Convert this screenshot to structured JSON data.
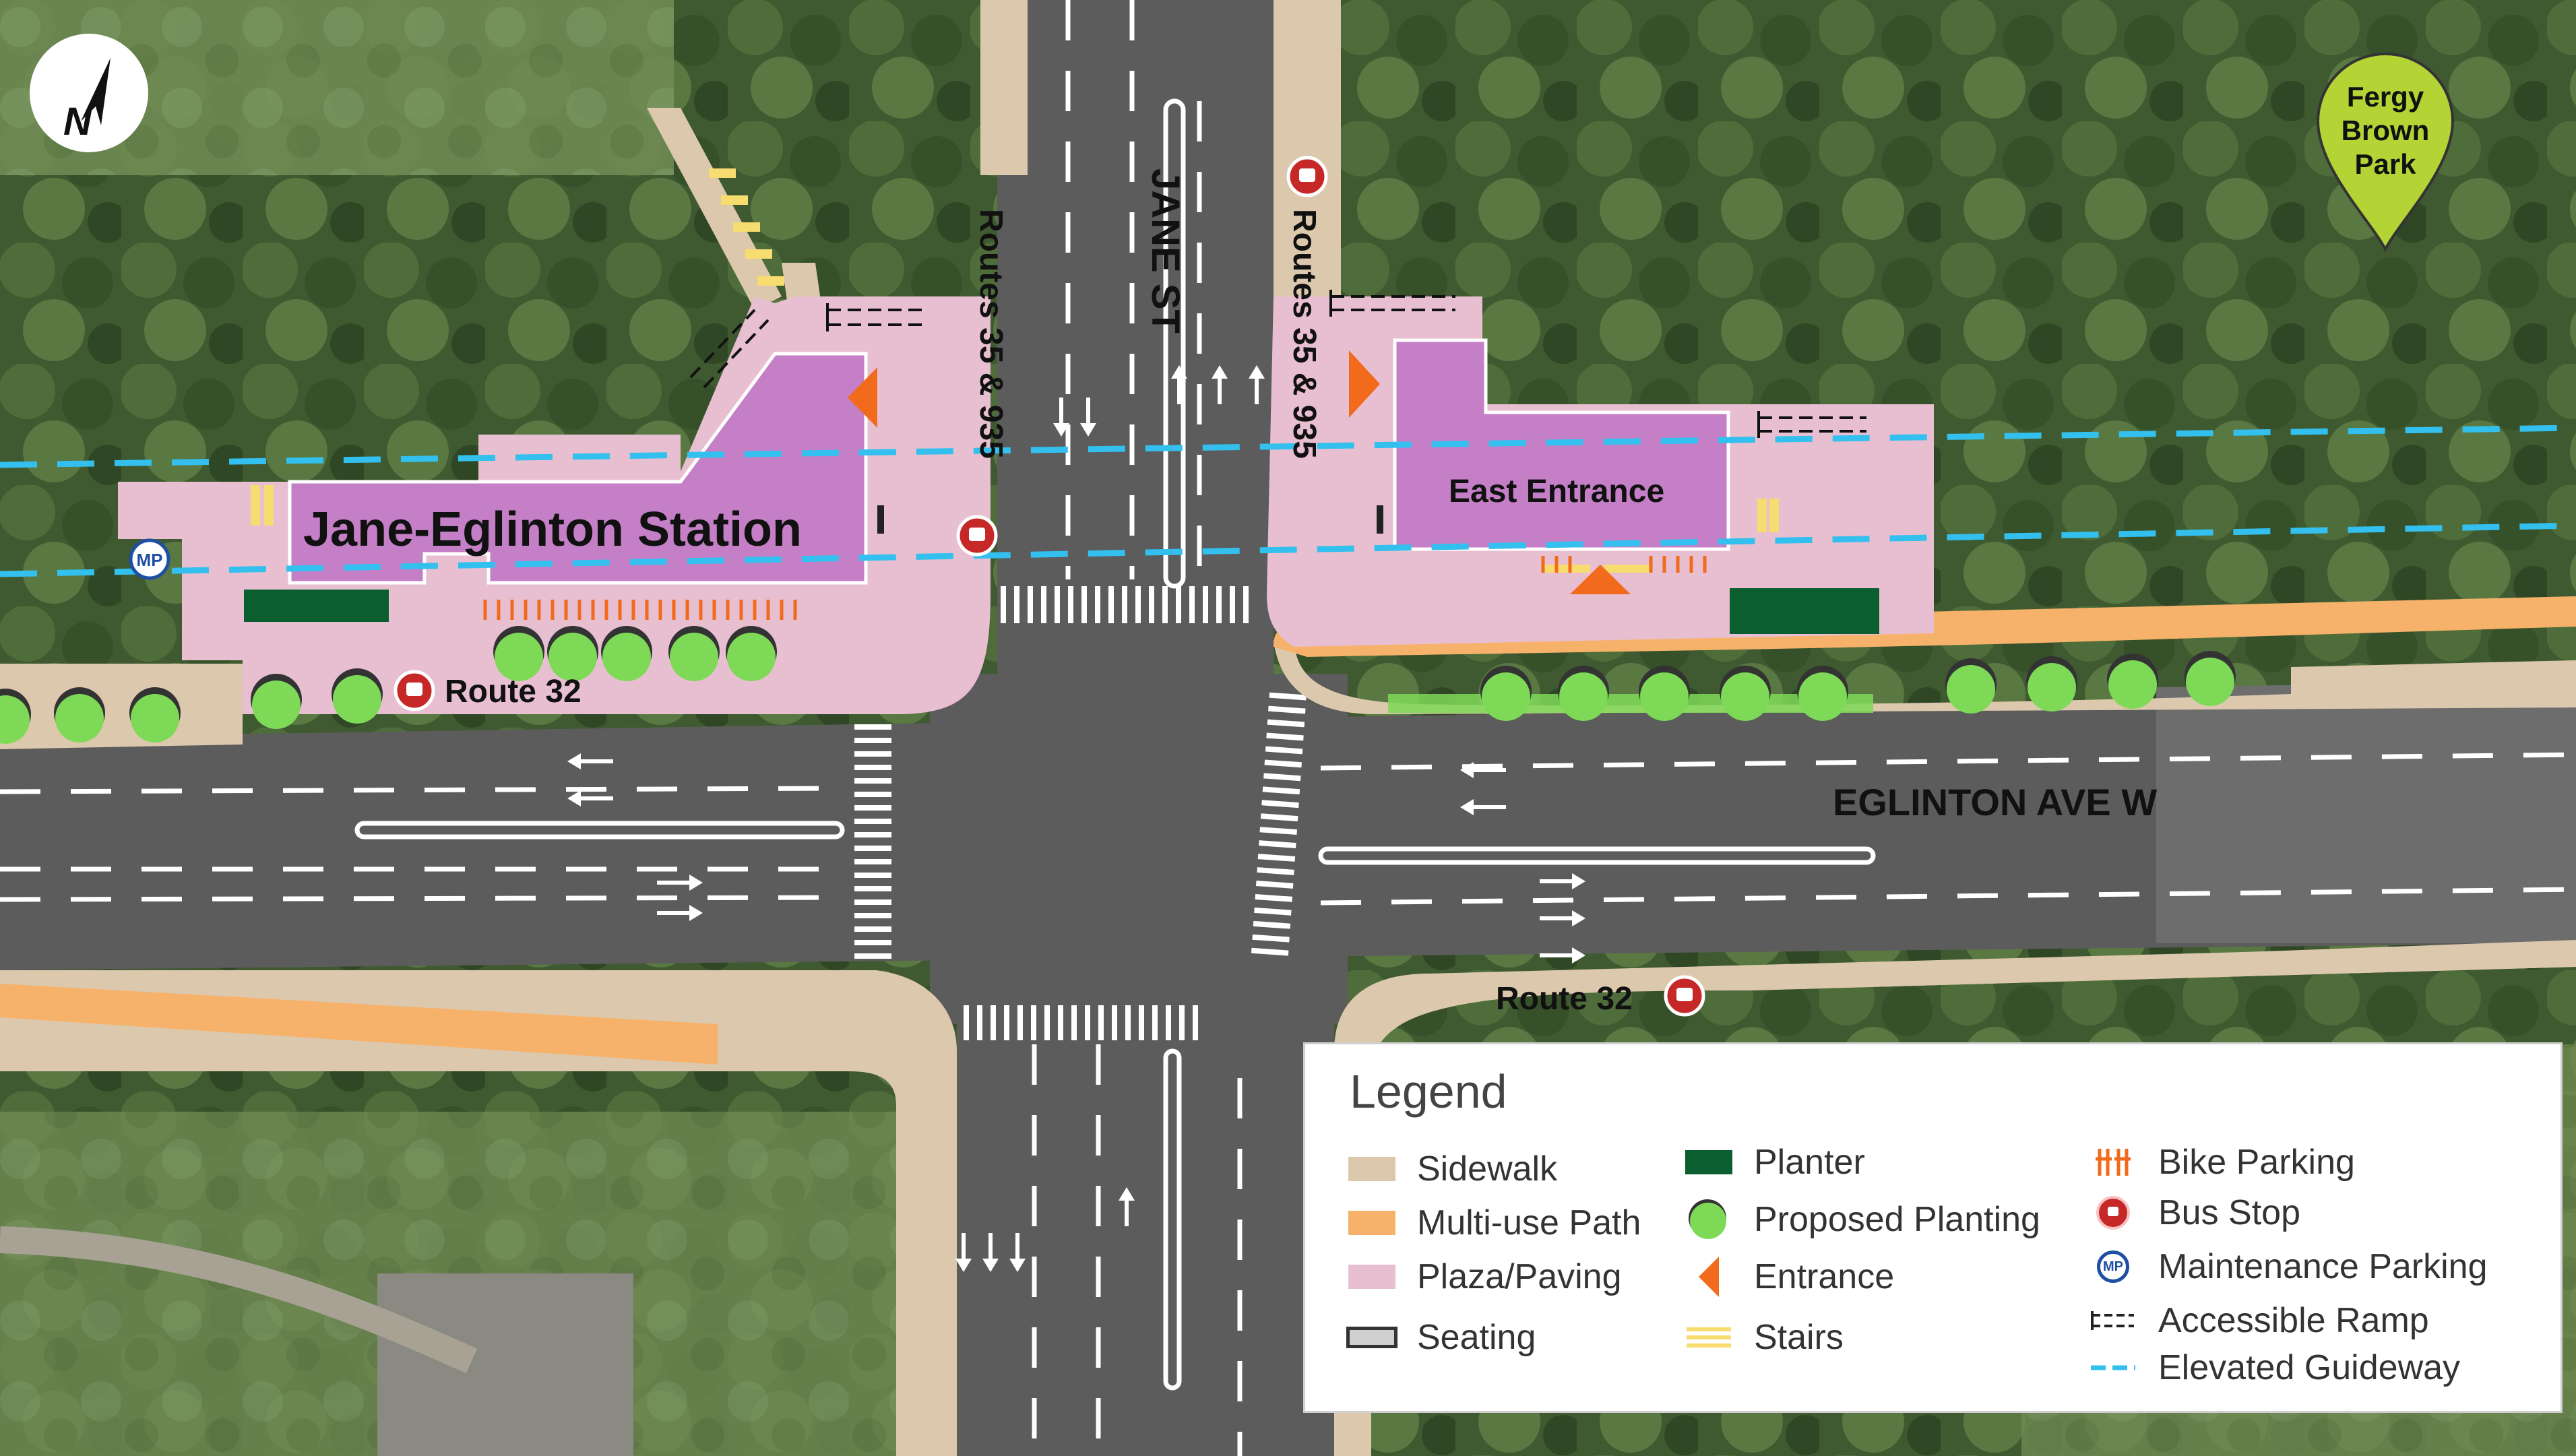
{
  "compass": {
    "label": "N",
    "icon": "north-arrow-icon"
  },
  "park": {
    "label_lines": [
      "Fergy",
      "Brown",
      "Park"
    ],
    "icon": "map-pin-icon",
    "color": "#b4d334"
  },
  "stations": {
    "main": "Jane-Eglinton Station",
    "east": "East Entrance"
  },
  "streets": {
    "jane": "JANE ST",
    "eglinton": "EGLINTON AVE W"
  },
  "routes": {
    "west_jane": "Routes 35 & 935",
    "east_jane": "Routes 35 & 935",
    "north_eglinton": "Route 32",
    "south_eglinton": "Route 32"
  },
  "badges": {
    "maintenance_parking": "MP"
  },
  "colors": {
    "sidewalk": "#dcc8ad",
    "multi_use_path": "#f6b26b",
    "plaza": "#e8bfd0",
    "station": "#c47fc6",
    "planter": "#0b5e2f",
    "planting": "#7ed957",
    "entrance": "#f26a1b",
    "stairs": "#f7dc6f",
    "bus_stop": "#c62828",
    "maintenance_parking": "#1e4fa3",
    "guideway": "#33c0ee",
    "road": "#5c5c5c"
  },
  "legend": {
    "title": "Legend",
    "items": [
      {
        "label": "Sidewalk",
        "icon": "sidewalk-swatch"
      },
      {
        "label": "Multi-use Path",
        "icon": "multi-use-path-swatch"
      },
      {
        "label": "Plaza/Paving",
        "icon": "plaza-paving-swatch"
      },
      {
        "label": "Seating",
        "icon": "seating-icon"
      },
      {
        "label": "Planter",
        "icon": "planter-swatch"
      },
      {
        "label": "Proposed Planting",
        "icon": "tree-icon"
      },
      {
        "label": "Entrance",
        "icon": "entrance-arrow-icon"
      },
      {
        "label": "Stairs",
        "icon": "stairs-icon"
      },
      {
        "label": "Bike Parking",
        "icon": "bike-parking-icon"
      },
      {
        "label": "Bus Stop",
        "icon": "bus-stop-icon"
      },
      {
        "label": "Maintenance Parking",
        "icon": "maintenance-parking-icon"
      },
      {
        "label": "Accessible Ramp",
        "icon": "accessible-ramp-icon"
      },
      {
        "label": "Elevated Guideway",
        "icon": "elevated-guideway-icon"
      }
    ]
  }
}
